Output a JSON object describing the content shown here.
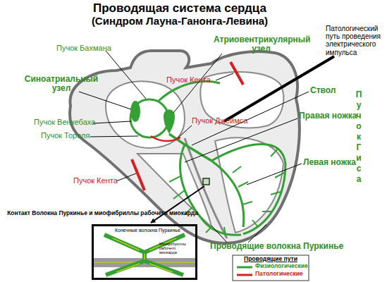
{
  "diagram": {
    "title": "Проводящая система сердца",
    "nodes": [
      {
        "text": [
          "Контакт Волокна Пуркинье и миофибриллы рабочего миокарда",
          "Конечные волокна Пуркинье",
          "Миофибриллы рабочего миокарда"
        ]
      }
    ],
    "edges": [],
    "labels": [
      "(Синдром Лауна-Ганонга-Левина)",
      "Патологический путь проведения электрического импульса",
      "Атриовентрикулярный узел",
      "Пучок Бахмана",
      "Пучок Кента",
      "Синоатриальный узел",
      "Ствол",
      "Пучок Гиса",
      "Правая ножка",
      "Пучок Джеймса",
      "Пучок Венкебаха",
      "Пучок Тореля",
      "Левая ножка",
      "Пучок Кента",
      "Проводящие волокна Пуркинье",
      "Проводящие пути"
    ],
    "legend": [
      {
        "text": "Физиологические"
      },
      {
        "text": "Патологические"
      }
    ]
  }
}
